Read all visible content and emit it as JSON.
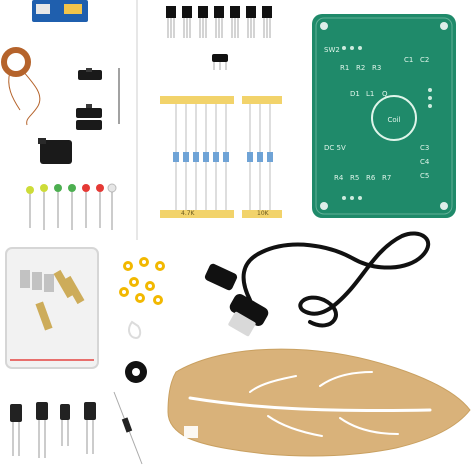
{
  "pcb": {
    "labels": {
      "sw2": "SW2",
      "dc5v": "DC 5V",
      "coil": "Coil",
      "r1": "R1",
      "r2": "R2",
      "r3": "R3",
      "r4": "R4",
      "r5": "R5",
      "r6": "R6",
      "r7": "R7",
      "c1": "C1",
      "c2": "C2",
      "c3": "C3",
      "c4": "C4",
      "c5": "C5",
      "d1": "D1",
      "l1": "L1",
      "q": "Q"
    },
    "colors": {
      "board": "#1f8a6a",
      "silkscreen": "#dff5ea"
    }
  },
  "resistor_tapes": {
    "left_label": "4.7K",
    "right_label": "10K"
  },
  "colors": {
    "tape": "#f2d36b",
    "leaf": "#d9b27a",
    "wire": "#111111",
    "coil": "#b5632b"
  }
}
